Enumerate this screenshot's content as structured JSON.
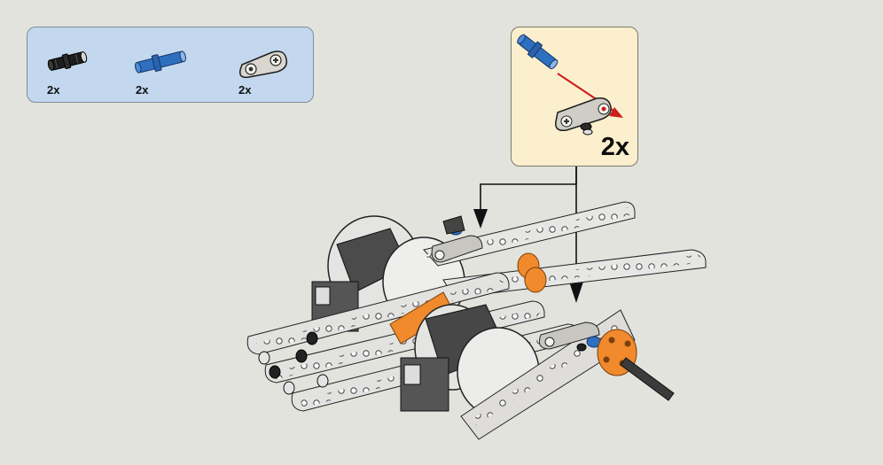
{
  "parts_list": {
    "items": [
      {
        "part": "black-friction-pin-icon",
        "quantity": "2x"
      },
      {
        "part": "blue-axle-pin-icon",
        "quantity": "2x"
      },
      {
        "part": "gray-connector-block-icon",
        "quantity": "2x"
      }
    ]
  },
  "callout": {
    "quantity": "2x",
    "icons": [
      "blue-axle-pin-icon",
      "gray-connector-block-icon",
      "insert-arrow-icon"
    ]
  },
  "colors": {
    "background": "#e2e3dc",
    "parts_panel": "#c3d8ee",
    "callout_panel": "#fbefcd",
    "beam": "#e6e6e4",
    "motor_dark": "#4a4a4a",
    "orange": "#f08a2c",
    "blue": "#2f6fc0",
    "arrow_red": "#cc1c1c"
  }
}
